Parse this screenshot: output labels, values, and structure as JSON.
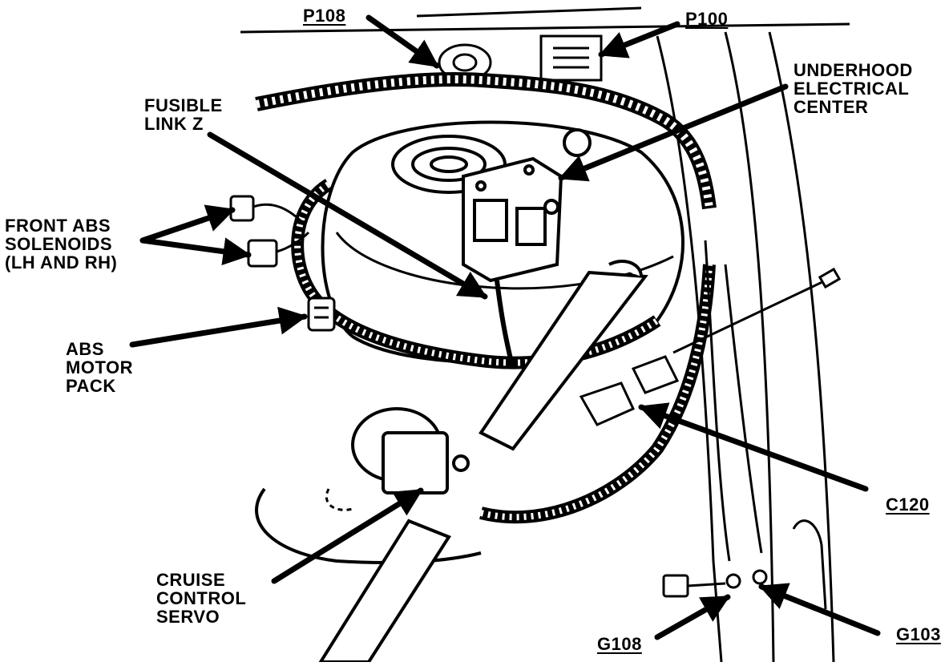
{
  "labels": {
    "p108": "P108",
    "p100": "P100",
    "underhood": [
      "UNDERHOOD",
      "ELECTRICAL",
      "CENTER"
    ],
    "fusible": [
      "FUSIBLE",
      "LINK Z"
    ],
    "front_abs": [
      "FRONT ABS",
      "SOLENOIDS",
      "(LH AND RH)"
    ],
    "abs_motor": [
      "ABS",
      "MOTOR",
      "PACK"
    ],
    "cruise": [
      "CRUISE",
      "CONTROL",
      "SERVO"
    ],
    "c120": "C120",
    "g108": "G108",
    "g103": "G103"
  },
  "colors": {
    "ink": "#000000",
    "paper": "#ffffff"
  }
}
